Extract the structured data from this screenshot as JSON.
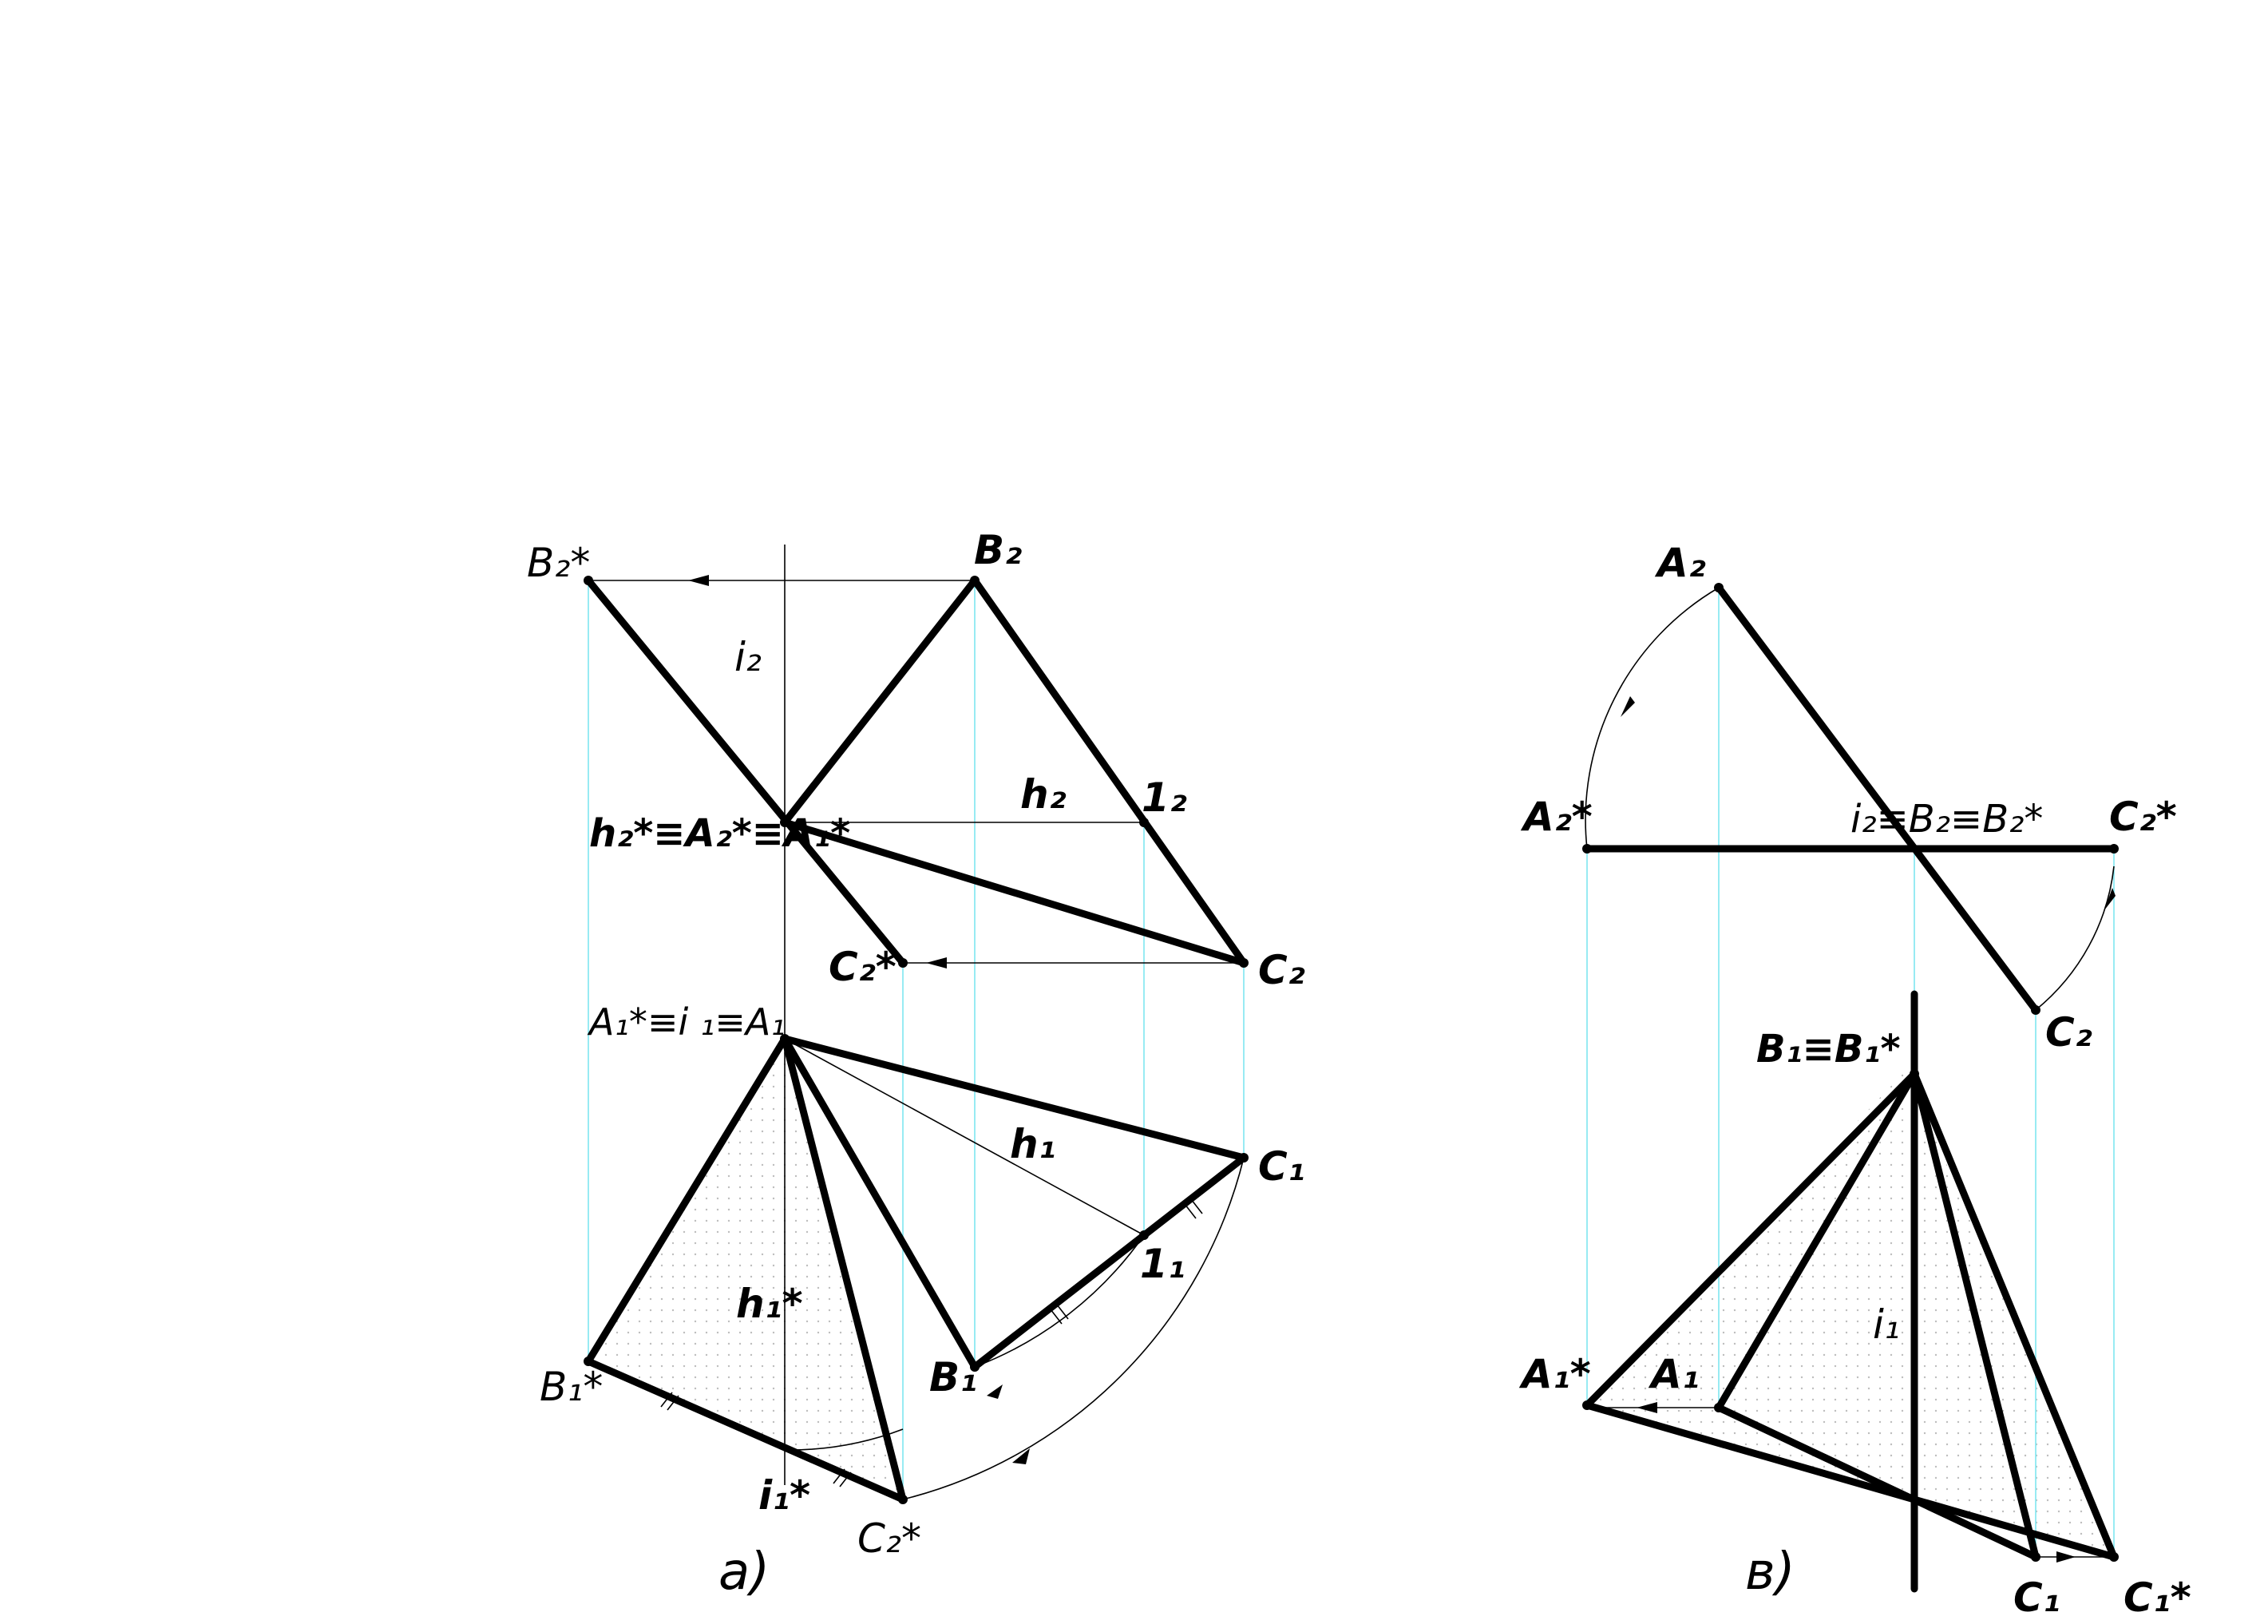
{
  "diagram_a": {
    "caption": "a)",
    "labels": {
      "B2_star": "B₂*",
      "B2": "B₂",
      "i2": "i₂",
      "h2_line": "h₂",
      "p12": "1₂",
      "h2A2A1": "h₂*≡A₂*≡A₁*",
      "C2_star": "C₂*",
      "C2": "C₂",
      "A1_i1_A1": "A₁*≡i ₁≡A₁",
      "C1": "C₁",
      "h1": "h₁",
      "p11": "1₁",
      "h1_star": "h₁*",
      "B1_star": "B₁*",
      "B1": "B₁",
      "i1_star": "i₁*",
      "C2_star_bottom": "C₂*"
    }
  },
  "diagram_b": {
    "caption": "в)",
    "labels": {
      "A2": "A₂",
      "A2_star": "A₂*",
      "i2B2B2": "i₂≡B₂≡B₂*",
      "C2_star": "C₂*",
      "C2": "C₂",
      "B1B1": "B₁≡B₁*",
      "i1": "i₁",
      "A1_star": "A₁*",
      "A1": "A₁",
      "C1": "C₁",
      "C1_star": "C₁*"
    }
  },
  "colors": {
    "line": "#000000",
    "projection": "#7fe6f0",
    "background": "#ffffff"
  }
}
